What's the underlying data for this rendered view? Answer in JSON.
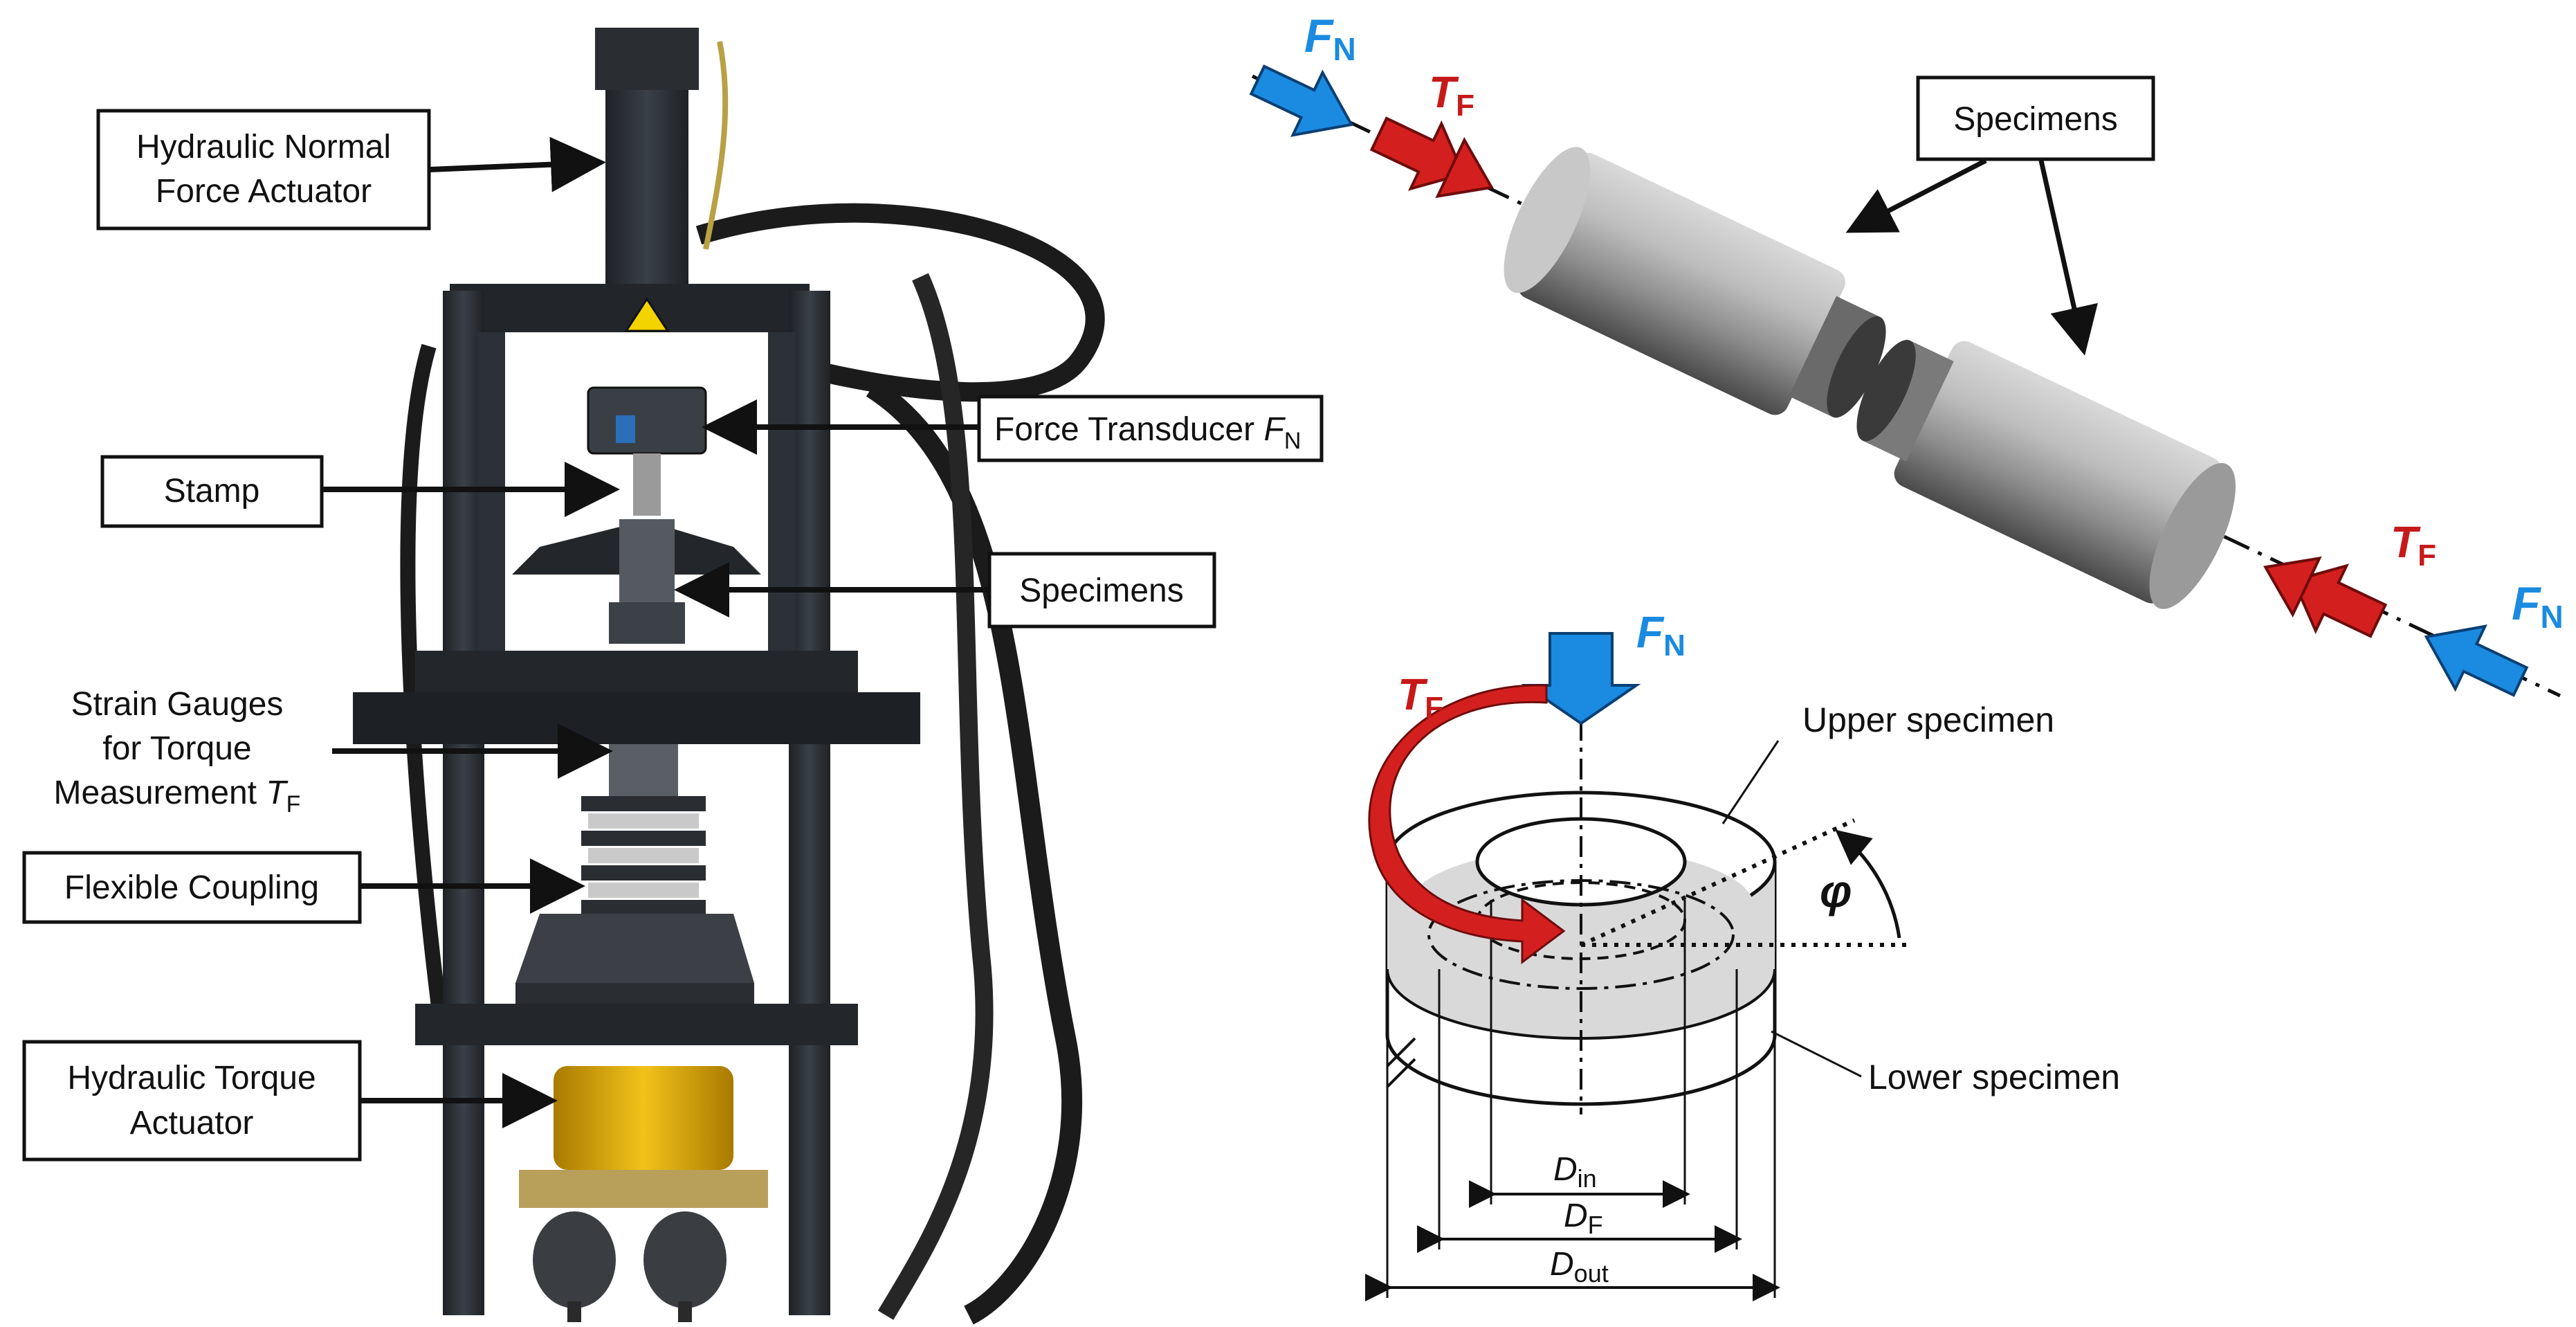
{
  "callouts": {
    "hydraulic_normal": [
      "Hydraulic Normal",
      "Force Actuator"
    ],
    "force_transducer": "Force Transducer ",
    "force_transducer_sym": "F",
    "force_transducer_sub": "N",
    "stamp": "Stamp",
    "specimens": "Specimens",
    "strain_gauges": [
      "Strain Gauges",
      "for Torque",
      "Measurement "
    ],
    "strain_gauges_sym": "T",
    "strain_gauges_sub": "F",
    "flexible_coupling": "Flexible Coupling",
    "hydraulic_torque": [
      "Hydraulic Torque",
      "Actuator"
    ]
  },
  "top_diagram": {
    "specimens_label": "Specimens",
    "fn_sym": "F",
    "fn_sub": "N",
    "tf_sym": "T",
    "tf_sub": "F"
  },
  "bottom_diagram": {
    "upper_specimen": "Upper specimen",
    "lower_specimen": "Lower specimen",
    "phi": "φ",
    "fn_sym": "F",
    "fn_sub": "N",
    "tf_sym": "T",
    "tf_sub": "F",
    "d_sym": "D",
    "d_in_sub": "in",
    "d_f_sub": "F",
    "d_out_sub": "out"
  },
  "colors": {
    "normal_force": "#1a8be0",
    "torque": "#d41f1f"
  }
}
